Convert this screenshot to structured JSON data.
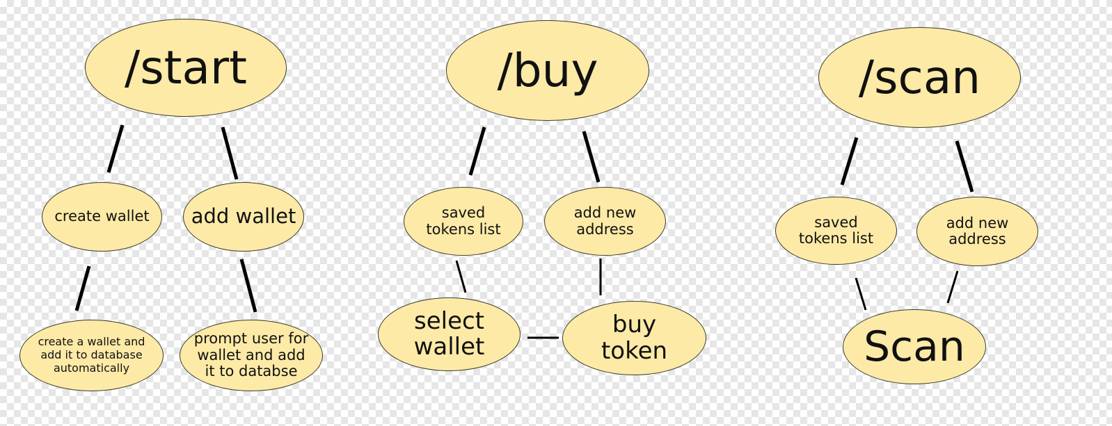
{
  "colors": {
    "node_fill": "#fdeaa7",
    "node_stroke": "#3a3a2a",
    "connector": "#000000"
  },
  "start": {
    "title": "/start",
    "create_wallet": "create wallet",
    "add_wallet": "add wallet",
    "create_wallet_desc": "create a wallet and add it to database automatically",
    "add_wallet_desc": "prompt user for wallet and add it to databse"
  },
  "buy": {
    "title": "/buy",
    "saved_tokens": "saved tokens list",
    "add_new_address": "add new address",
    "select_wallet": "select wallet",
    "buy_token": "buy token"
  },
  "scan": {
    "title": "/scan",
    "saved_tokens": "saved tokens list",
    "add_new_address": "add new address",
    "scan": "Scan"
  }
}
